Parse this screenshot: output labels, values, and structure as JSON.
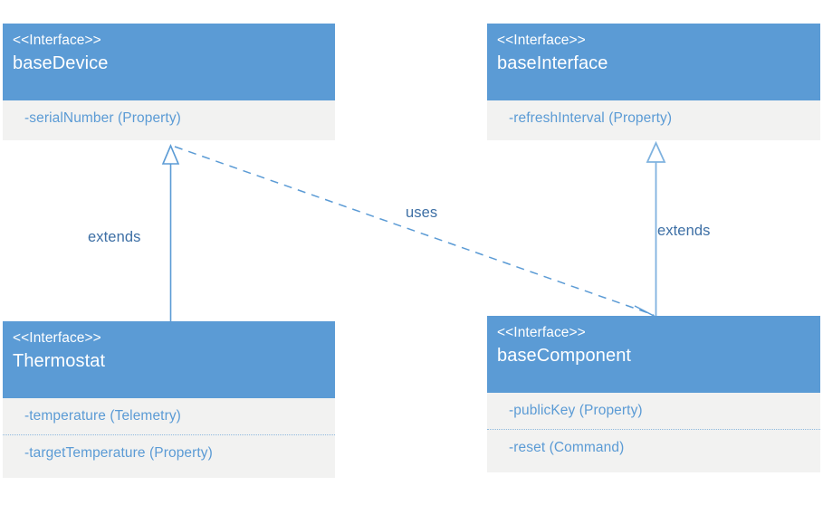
{
  "diagram": {
    "type": "uml-class-diagram",
    "background_color": "#FFFFFF",
    "accent_color": "#5B9BD5",
    "body_color": "#F2F2F1",
    "label_color": "#3D6FA5",
    "classes": [
      {
        "id": "baseDevice",
        "stereotype": "<<Interface>>",
        "name": "baseDevice",
        "members": [
          "-serialNumber (Property)"
        ]
      },
      {
        "id": "baseInterface",
        "stereotype": "<<Interface>>",
        "name": "baseInterface",
        "members": [
          "-refreshInterval (Property)"
        ]
      },
      {
        "id": "Thermostat",
        "stereotype": "<<Interface>>",
        "name": "Thermostat",
        "members": [
          "-temperature (Telemetry)",
          "-targetTemperature (Property)"
        ]
      },
      {
        "id": "baseComponent",
        "stereotype": "<<Interface>>",
        "name": "baseComponent",
        "members": [
          "-publicKey (Property)",
          "-reset (Command)"
        ]
      }
    ],
    "relationships": [
      {
        "id": "thermostat-extends-basedevice",
        "label": "extends",
        "from": "Thermostat",
        "to": "baseDevice",
        "style": "solid",
        "arrow": "hollow-triangle"
      },
      {
        "id": "basecomponent-extends-baseinterface",
        "label": "extends",
        "from": "baseComponent",
        "to": "baseInterface",
        "style": "solid",
        "arrow": "hollow-triangle"
      },
      {
        "id": "basedevice-uses-basecomponent",
        "label": "uses",
        "from": "baseDevice",
        "to": "baseComponent",
        "style": "dashed",
        "arrow": "open-arrow"
      }
    ]
  }
}
